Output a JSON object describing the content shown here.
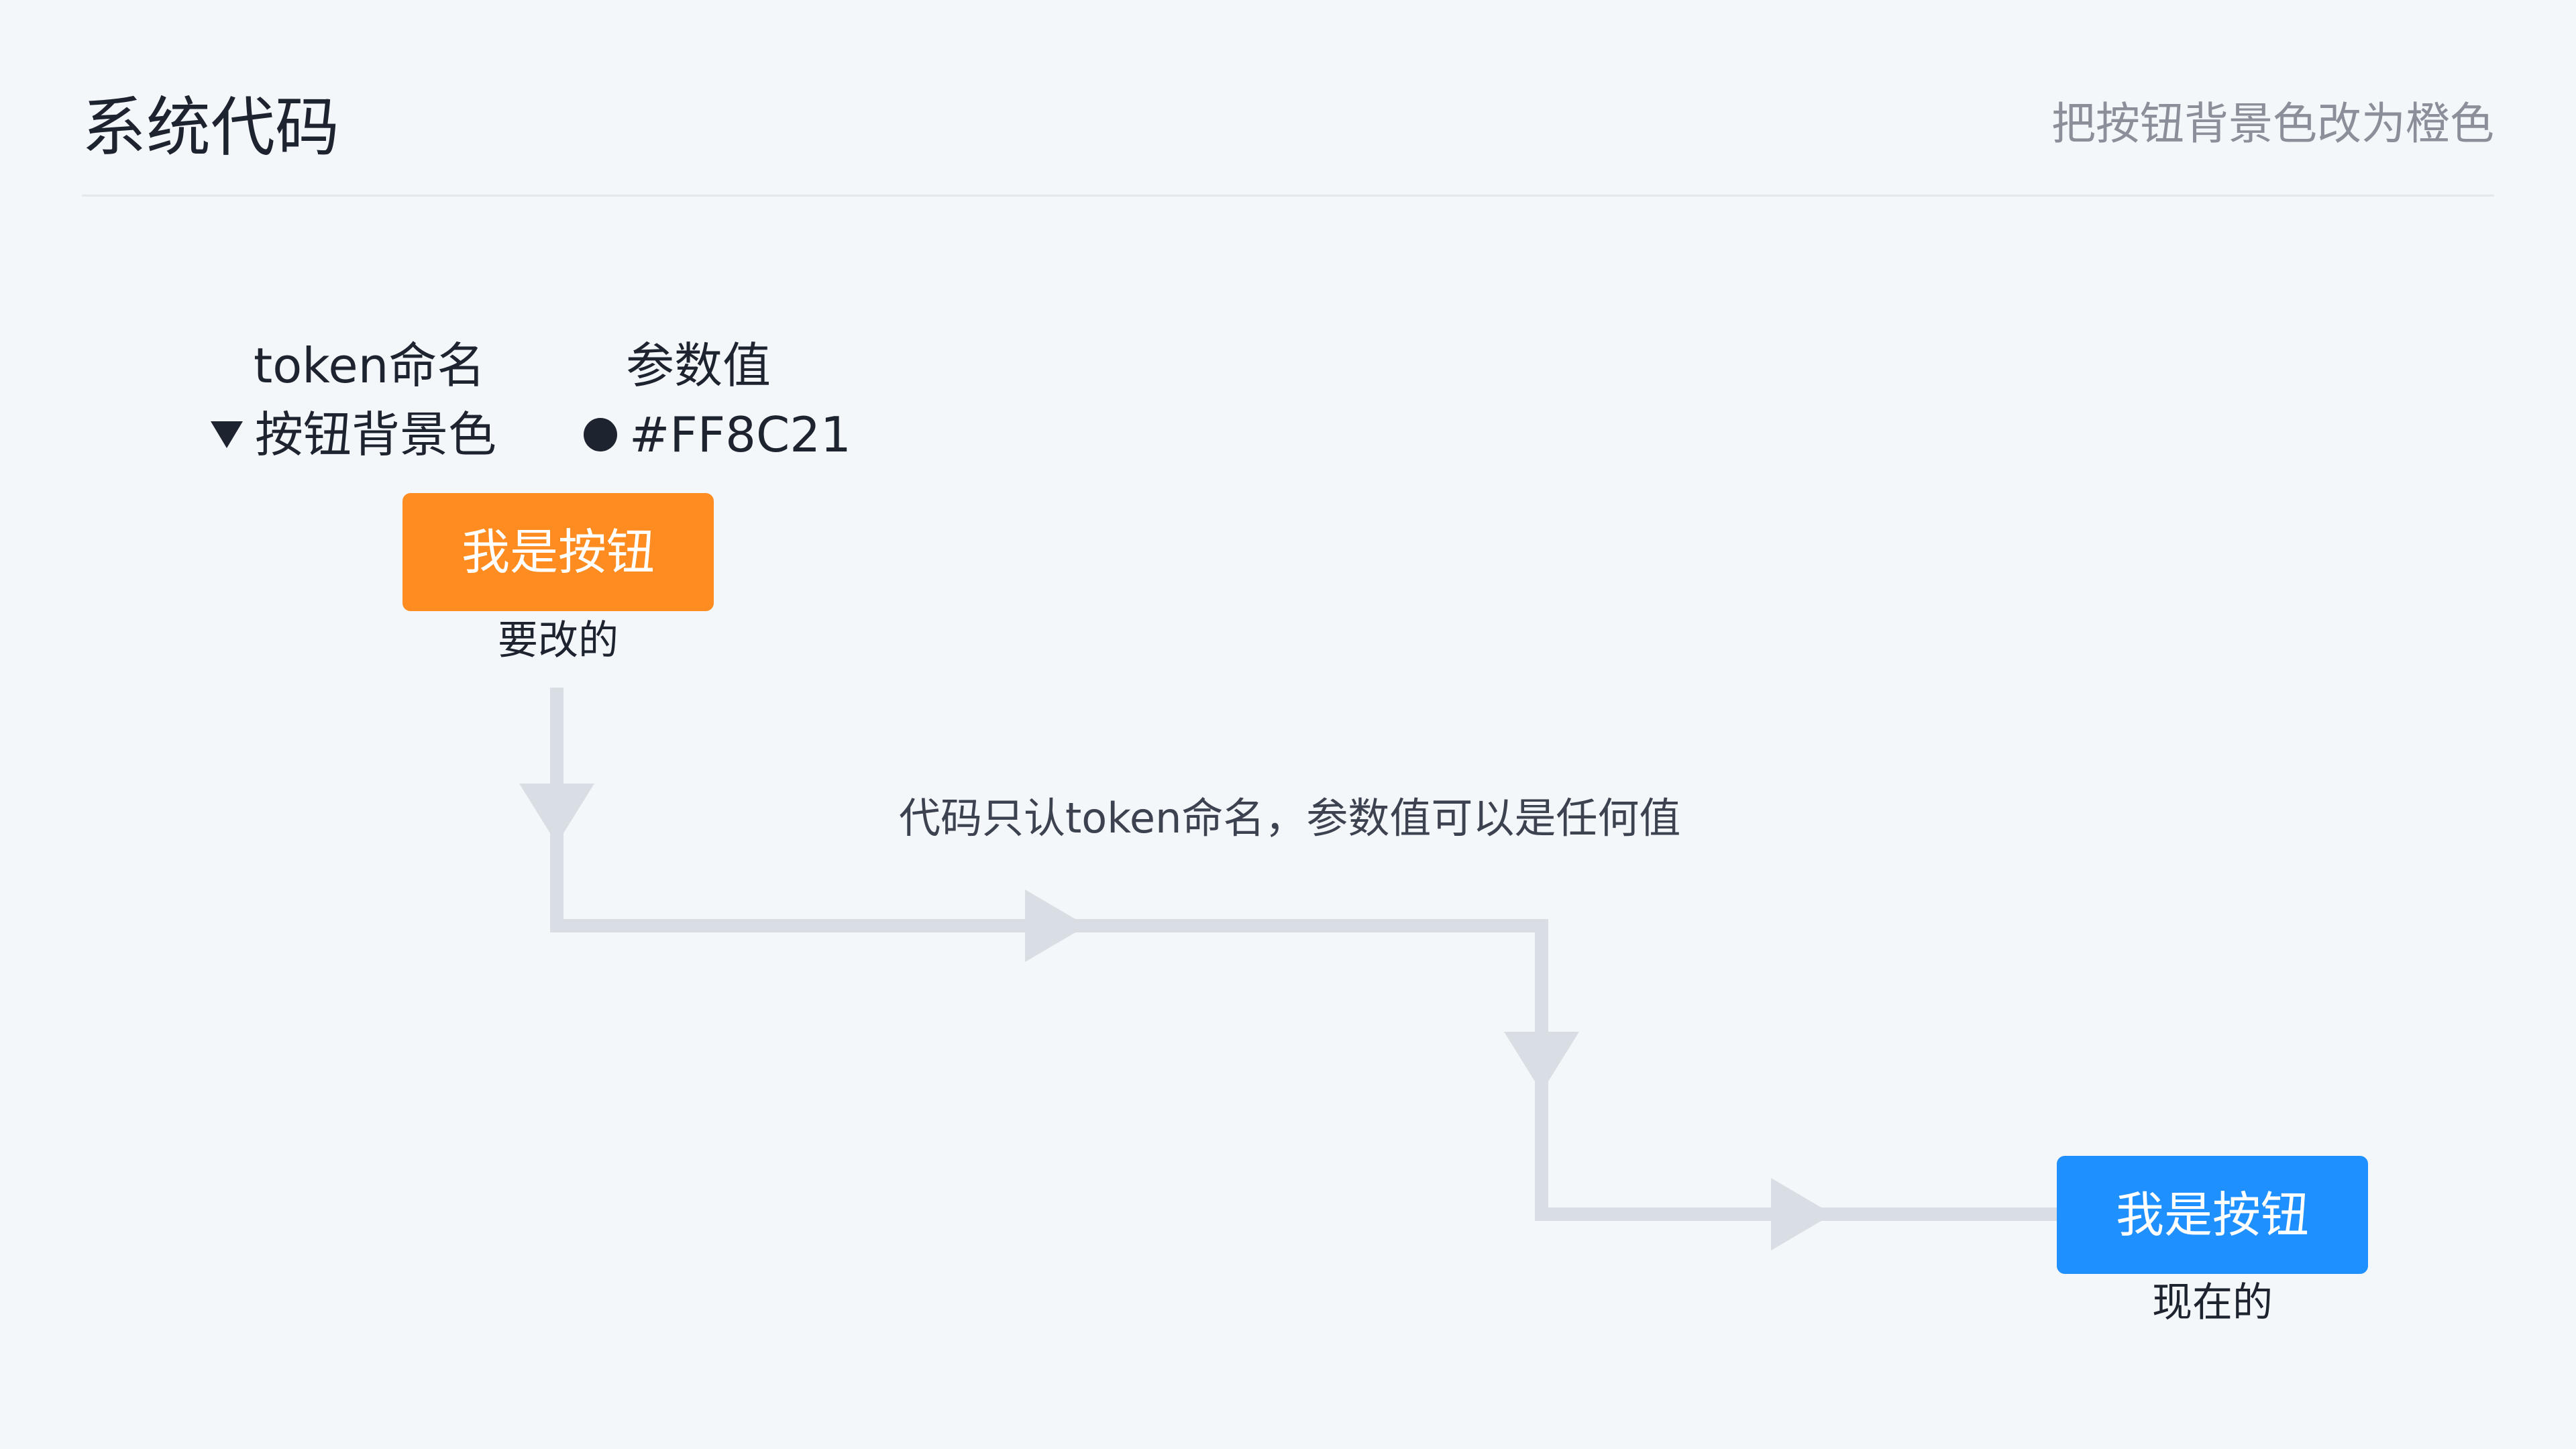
{
  "header": {
    "title": "系统代码",
    "subtitle": "把按钮背景色改为橙色"
  },
  "token_panel": {
    "name_column_label": "token命名",
    "value_column_label": "参数值",
    "token_name": "按钮背景色",
    "token_value": "#FF8C21",
    "name_icon": "triangle-down-icon",
    "value_icon": "dot-icon"
  },
  "before": {
    "button_label": "我是按钮",
    "button_color": "#FF8C21",
    "caption": "要改的"
  },
  "after": {
    "button_label": "我是按钮",
    "button_color": "#1E90FF",
    "caption": "现在的"
  },
  "flow": {
    "note": "代码只认token命名，参数值可以是任何值",
    "connector_color": "#D8DEE4"
  }
}
